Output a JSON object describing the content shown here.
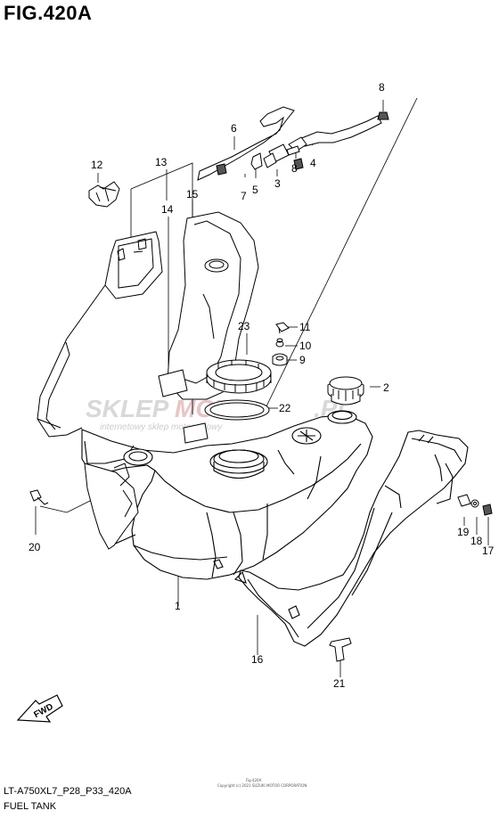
{
  "figure": {
    "title": "FIG.420A",
    "code": "LT-A750XL7_P28_P33_420A",
    "name": "FUEL TANK",
    "fwd": "FWD"
  },
  "watermark": {
    "main": "SKLEP",
    "mid": "MOTO",
    "tail": ".PL",
    "sub": "internetowy sklep motocyklowy",
    "small_top": "Fig.420A",
    "small_bottom": "Copyright (c) 2021 SUZUKI MOTOR CORPORATION"
  },
  "callouts": {
    "c1": "1",
    "c2": "2",
    "c3": "3",
    "c4": "4",
    "c5": "5",
    "c6": "6",
    "c7": "7",
    "c8a": "8",
    "c8b": "8",
    "c9": "9",
    "c10": "10",
    "c11": "11",
    "c12": "12",
    "c13": "13",
    "c14": "14",
    "c15": "15",
    "c16": "16",
    "c17": "17",
    "c18": "18",
    "c19": "19",
    "c20": "20",
    "c21": "21",
    "c22": "22",
    "c23": "23"
  }
}
